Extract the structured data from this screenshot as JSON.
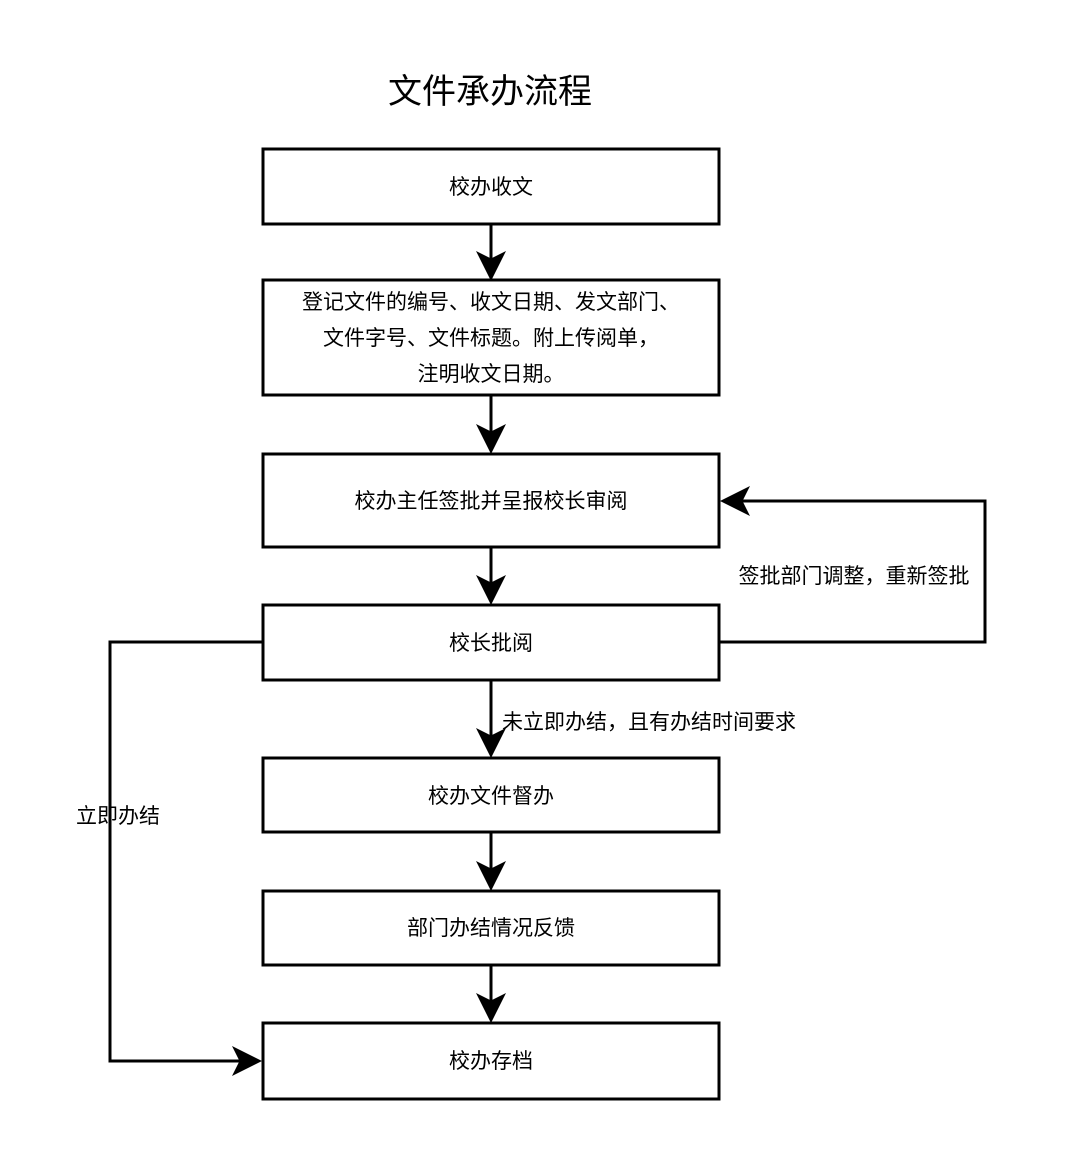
{
  "title": "文件承办流程",
  "nodes": {
    "receive": "校办收文",
    "register": [
      "登记文件的编号、收文日期、发文部门、",
      "文件字号、文件标题。附上传阅单，",
      "注明收文日期。"
    ],
    "director_review": "校办主任签批并呈报校长审阅",
    "principal_review": "校长批阅",
    "supervise": "校办文件督办",
    "feedback": "部门办结情况反馈",
    "archive": "校办存档"
  },
  "edges": {
    "readjust_label": "签批部门调整，重新签批",
    "not_immediate_label": "未立即办结，且有办结时间要求",
    "immediate_label": "立即办结"
  },
  "colors": {
    "line": "#000000",
    "box_fill": "#ffffff",
    "background": "#ffffff"
  }
}
